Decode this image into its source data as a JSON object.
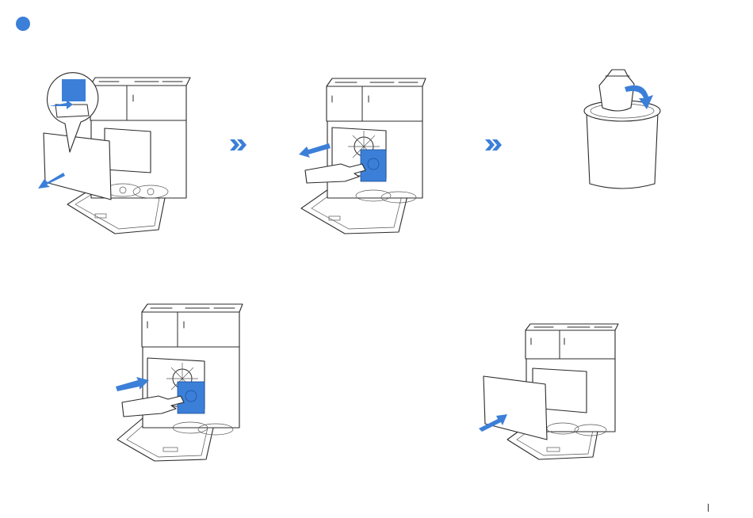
{
  "colors": {
    "accent": "#3b7fd8",
    "line": "#2b2b2b",
    "paper": "#ffffff"
  },
  "icons": {
    "step": "step-dot-icon",
    "next": "double-chevron-right-icon",
    "push": "arrow-icon"
  },
  "steps": [
    {
      "id": "open-cover",
      "arrow": "out"
    },
    {
      "id": "pull-bag",
      "arrow": "out"
    },
    {
      "id": "discard-bag",
      "arrow": "curve"
    },
    {
      "id": "insert-bag",
      "arrow": "in"
    },
    {
      "id": "close-cover",
      "arrow": "in"
    }
  ]
}
